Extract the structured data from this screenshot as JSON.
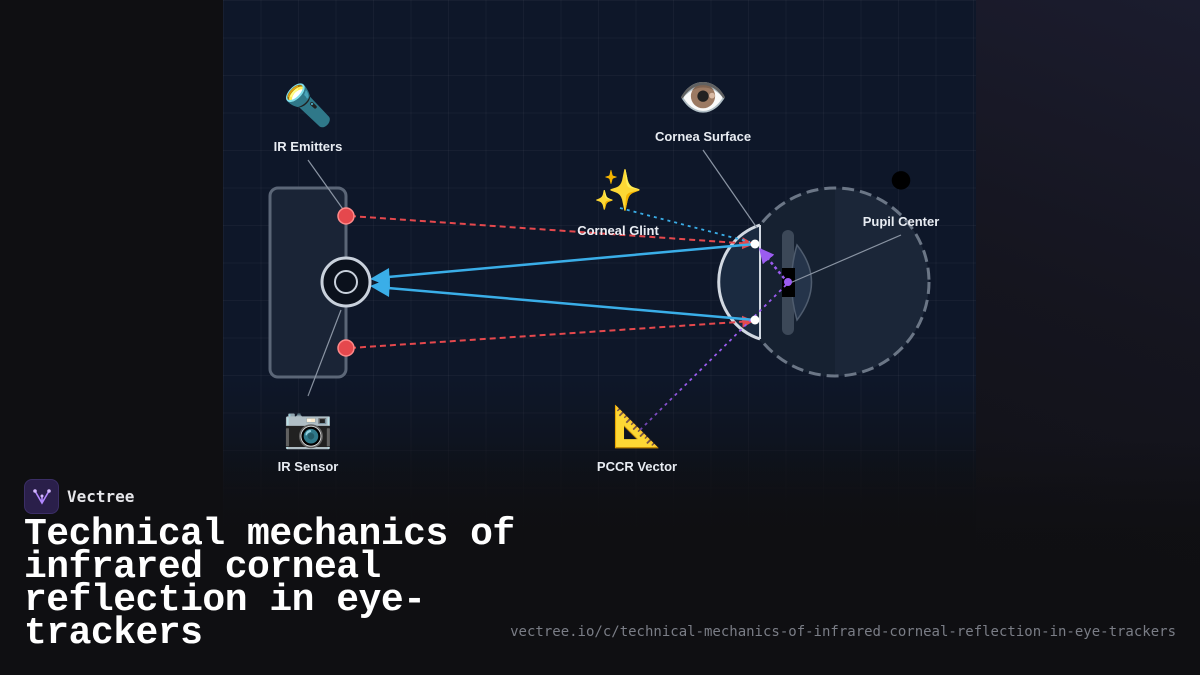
{
  "diagram": {
    "labels": {
      "ir_emitters": "IR Emitters",
      "cornea_surface": "Cornea Surface",
      "corneal_glint": "Corneal Glint",
      "pupil_center": "Pupil Center",
      "ir_sensor": "IR Sensor",
      "pccr_vector": "PCCR Vector"
    },
    "icons": {
      "ir_emitters": "🔦",
      "cornea_surface": "👁️",
      "corneal_glint": "✨",
      "pupil_center": "⚫",
      "ir_sensor": "📷",
      "pccr_vector": "📐"
    },
    "colors": {
      "ir_ray": "#e5484d",
      "reflection_ray": "#3aaee8",
      "pccr_vector": "#9b5cf0",
      "device": "#8c96a6",
      "eye_outline": "#c9d1dc"
    }
  },
  "brand": {
    "name": "Vectree"
  },
  "title": "Technical mechanics of infrared corneal reflection in eye-trackers",
  "url": "vectree.io/c/technical-mechanics-of-infrared-corneal-reflection-in-eye-trackers"
}
